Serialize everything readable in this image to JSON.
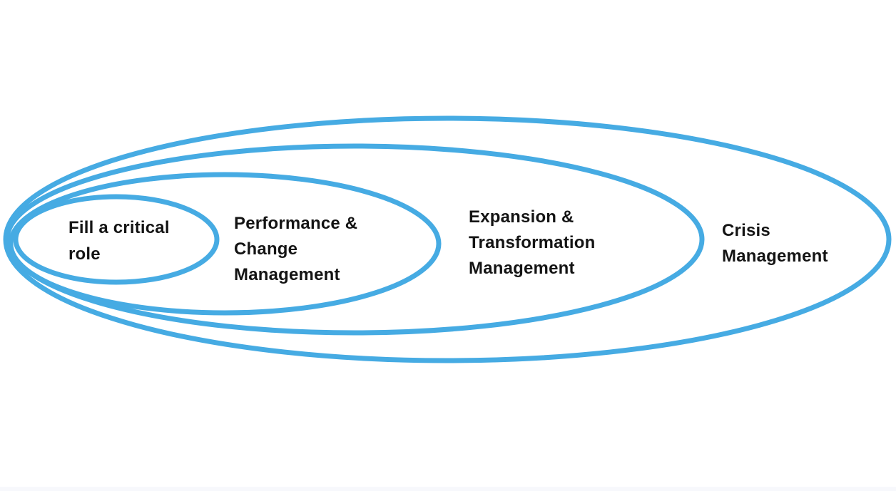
{
  "diagram": {
    "type": "nested-ellipse-scope-diagram",
    "stroke_color": "#46ABE3",
    "text_color": "#141414",
    "background_color": "#ffffff",
    "rings": [
      {
        "label": "Fill a critical role",
        "lines": [
          "Fill a critical",
          "role"
        ]
      },
      {
        "label": "Performance & Change Management",
        "lines": [
          "Performance &",
          "Change",
          "Management"
        ]
      },
      {
        "label": "Expansion & Transformation Management",
        "lines": [
          "Expansion &",
          "Transformation",
          "Management"
        ]
      },
      {
        "label": "Crisis Management",
        "lines": [
          "Crisis",
          "Management"
        ]
      }
    ]
  }
}
